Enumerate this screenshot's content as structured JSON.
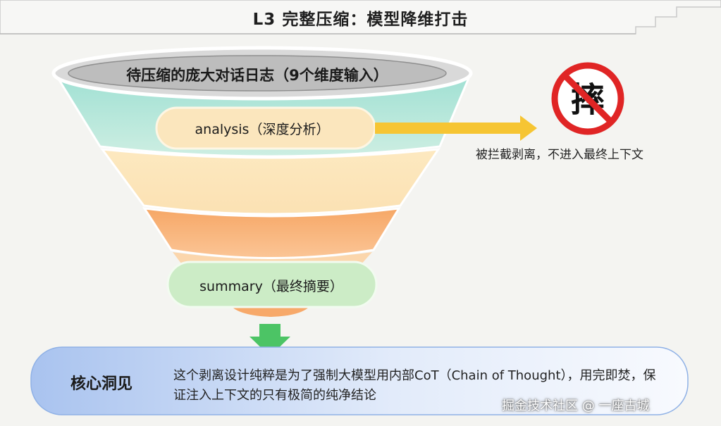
{
  "title": "L3 完整压缩：模型降维打击",
  "funnel": {
    "top_label": "待压缩的庞大对话日志（9个维度输入）",
    "analysis_label": "analysis（深度分析）",
    "summary_label": "summary（最终摘要）"
  },
  "blocked": {
    "note": "被拦截剥离，不进入最终上下文"
  },
  "insight": {
    "title": "核心洞见",
    "text": "这个剥离设计纯粹是为了强制大模型用内部CoT（Chain of Thought），用完即焚，保证注入上下文的只有极简的纯净结论"
  },
  "watermark": "掘金技术社区 @ 一座古城",
  "colors": {
    "teal": "#a6e2d6",
    "cream": "#fcedc5",
    "orange": "#f8b57a",
    "green": "#ccecc6",
    "yellow_arrow": "#f6c533",
    "green_arrow": "#4cc465",
    "red": "#e02525",
    "blue": "#b8cff3"
  }
}
